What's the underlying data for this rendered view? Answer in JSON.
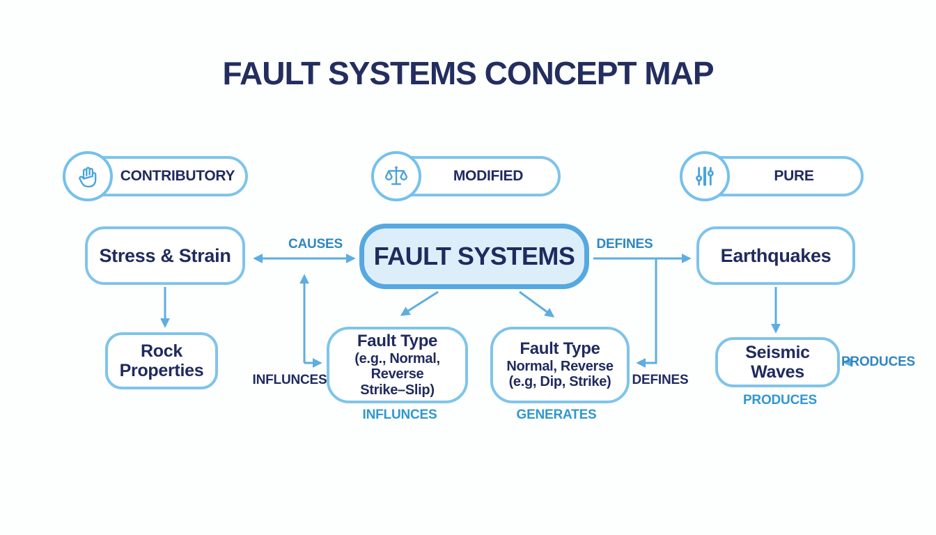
{
  "title": "FAULT SYSTEMS CONCEPT MAP",
  "colors": {
    "navy_text": "#1f2a5e",
    "box_border": "#7fc4ea",
    "central_border": "#56a8e0",
    "central_fill": "#ddeefb",
    "arrow": "#5dade2",
    "edge_label_blue": "#2e86c1",
    "edge_label_light_blue": "#2f97d0"
  },
  "legend": {
    "items": [
      {
        "label": "CONTRIBUTORY",
        "icon": "hand-icon"
      },
      {
        "label": "MODIFIED",
        "icon": "scale-icon"
      },
      {
        "label": "PURE",
        "icon": "sliders-icon"
      }
    ]
  },
  "nodes": {
    "central": {
      "label": "FAULT SYSTEMS"
    },
    "stress_strain": {
      "label": "Stress & Strain"
    },
    "rock_properties": {
      "line1": "Rock",
      "line2": "Properties"
    },
    "earthquakes": {
      "label": "Earthquakes"
    },
    "fault_type_left": {
      "line1": "Fault Type",
      "line2": "(e.g., Normal, Reverse",
      "line3": "Strike–Slip)"
    },
    "fault_type_right": {
      "line1": "Fault Type",
      "line2": "Normal, Reverse",
      "line3": "(e.g, Dip, Strike)"
    },
    "seismic_waves": {
      "label": "Seismic Waves"
    }
  },
  "edge_labels": {
    "causes": "CAUSES",
    "defines_top": "DEFINES",
    "influnces_side": "INFLUNCES",
    "defines_side": "DEFINES",
    "influnces_bottom": "INFLUNCES",
    "generates_bottom": "GENERATES",
    "produces_side": "PRODUCES",
    "produces_bottom": "PRODUCES"
  }
}
